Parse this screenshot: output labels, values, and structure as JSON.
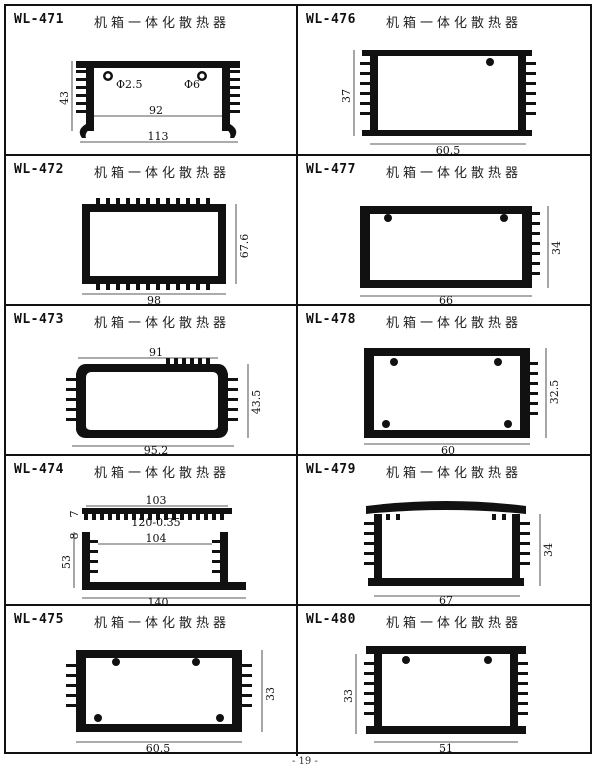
{
  "items": [
    {
      "model": "WL-471",
      "desc": "机箱一体化散热器",
      "dims": {
        "width": "113",
        "inner": "92",
        "height": "43",
        "hole_a": "Φ2.5",
        "hole_b": "Φ6"
      }
    },
    {
      "model": "WL-476",
      "desc": "机箱一体化散热器",
      "dims": {
        "width": "60.5",
        "height": "37"
      }
    },
    {
      "model": "WL-472",
      "desc": "机箱一体化散热器",
      "dims": {
        "width": "98",
        "height": "67.6"
      }
    },
    {
      "model": "WL-477",
      "desc": "机箱一体化散热器",
      "dims": {
        "width": "66",
        "height": "34"
      }
    },
    {
      "model": "WL-473",
      "desc": "机箱一体化散热器",
      "dims": {
        "width": "95.2",
        "top": "91",
        "height": "43.5"
      }
    },
    {
      "model": "WL-478",
      "desc": "机箱一体化散热器",
      "dims": {
        "width": "60",
        "height": "32.5"
      }
    },
    {
      "model": "WL-474",
      "desc": "机箱一体化散热器",
      "dims": {
        "width": "140",
        "top": "103",
        "inner": "104",
        "height": "53",
        "h_small": "7",
        "h_mid": "8",
        "note": "120-0.35"
      }
    },
    {
      "model": "WL-479",
      "desc": "机箱一体化散热器",
      "dims": {
        "width": "67",
        "height": "34"
      }
    },
    {
      "model": "WL-475",
      "desc": "机箱一体化散热器",
      "dims": {
        "width": "60.5",
        "height": "33"
      }
    },
    {
      "model": "WL-480",
      "desc": "机箱一体化散热器",
      "dims": {
        "width": "51",
        "height": "33"
      }
    }
  ],
  "page_number": "- 19 -"
}
